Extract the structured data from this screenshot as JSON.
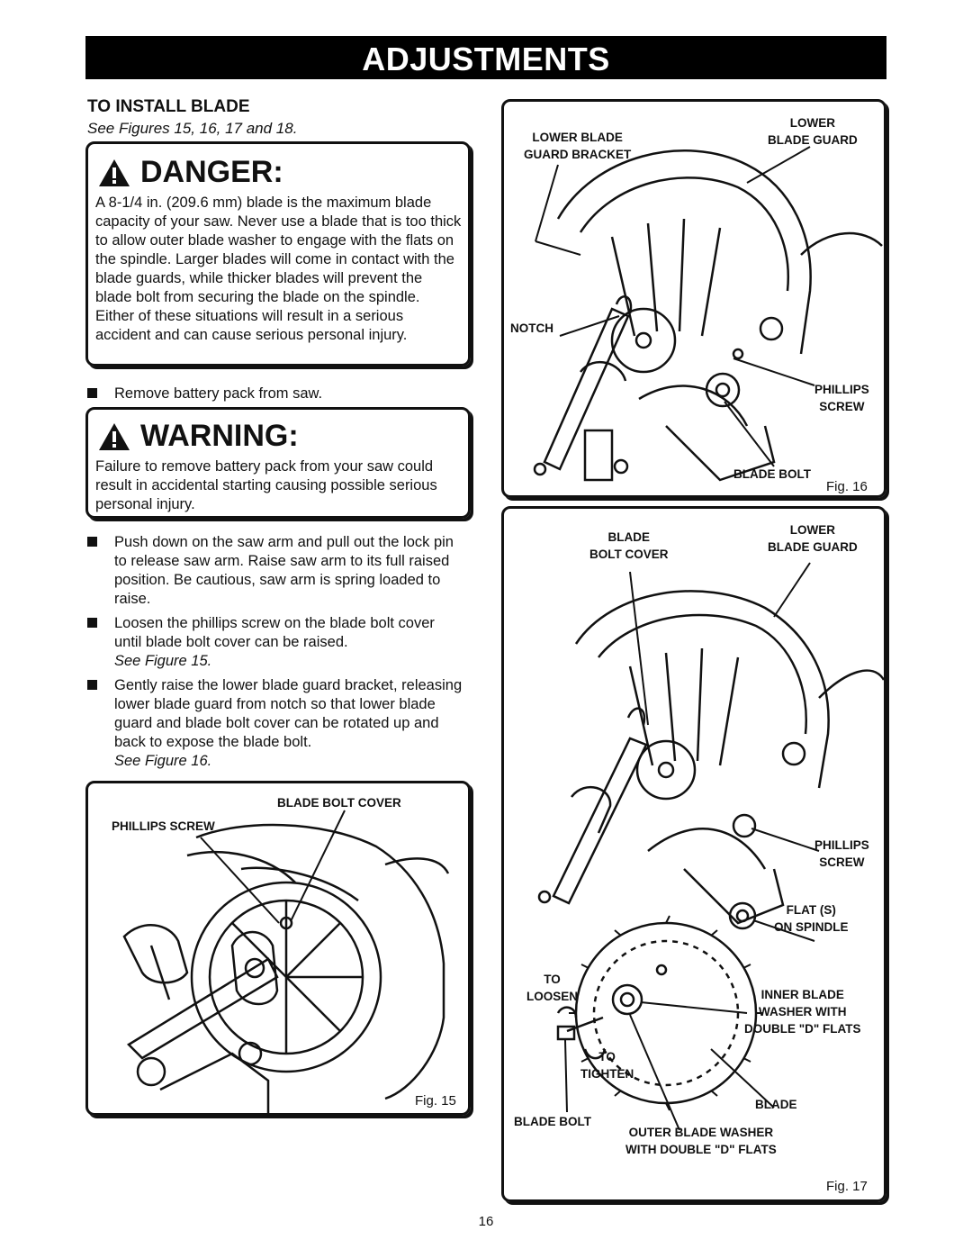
{
  "header": {
    "title": "ADJUSTMENTS"
  },
  "section": {
    "title": "TO INSTALL BLADE",
    "see_figures": "See Figures 15, 16, 17 and 18."
  },
  "danger": {
    "heading": "DANGER:",
    "text": "A 8-1/4 in. (209.6 mm) blade is the maximum blade capacity of your saw. Never use a blade that is too thick to allow outer blade washer to engage with the flats on the spindle. Larger blades will come in contact with the blade guards, while thicker blades will prevent the blade bolt from securing the blade on the spindle. Either of these situations will result in a serious accident and can cause serious personal injury."
  },
  "bullet1": "Remove battery pack from saw.",
  "warning": {
    "heading": "WARNING:",
    "text": "Failure to remove battery pack from your saw could result in accidental starting causing possible serious personal injury."
  },
  "steps": [
    {
      "text": "Push down on the saw arm and pull out the lock pin to release saw arm. Raise saw arm to its full raised position. Be cautious, saw arm is spring loaded to raise.",
      "ref": ""
    },
    {
      "text": "Loosen the phillips screw on the blade bolt cover until blade bolt cover can be raised.",
      "ref": "See Figure 15."
    },
    {
      "text": "Gently raise the lower blade guard bracket, releasing lower blade guard from notch so that lower blade guard and blade bolt cover can be rotated up and back to expose the blade bolt.",
      "ref": "See Figure 16."
    }
  ],
  "fig15": {
    "caption": "Fig. 15",
    "labels": {
      "blade_bolt_cover": "BLADE BOLT COVER",
      "phillips_screw": "PHILLIPS SCREW"
    }
  },
  "fig16": {
    "caption": "Fig. 16",
    "labels": {
      "lower_blade_guard_bracket_1": "LOWER BLADE",
      "lower_blade_guard_bracket_2": "GUARD BRACKET",
      "lower_blade_guard_1": "LOWER",
      "lower_blade_guard_2": "BLADE GUARD",
      "notch": "NOTCH",
      "phillips_1": "PHILLIPS",
      "phillips_2": "SCREW",
      "blade_bolt": "BLADE BOLT"
    }
  },
  "fig17": {
    "caption": "Fig. 17",
    "labels": {
      "blade_bolt_cover_1": "BLADE",
      "blade_bolt_cover_2": "BOLT COVER",
      "lower_blade_guard_1": "LOWER",
      "lower_blade_guard_2": "BLADE GUARD",
      "phillips_1": "PHILLIPS",
      "phillips_2": "SCREW",
      "flats_1": "FLAT (S)",
      "flats_2": "ON SPINDLE",
      "to_loosen_1": "TO",
      "to_loosen_2": "LOOSEN",
      "inner_1": "INNER BLADE",
      "inner_2": "WASHER WITH",
      "inner_3": "DOUBLE \"D\" FLATS",
      "to_tighten_1": "TO",
      "to_tighten_2": "TIGHTEN",
      "blade": "BLADE",
      "blade_bolt": "BLADE BOLT",
      "outer_1": "OUTER BLADE WASHER",
      "outer_2": "WITH DOUBLE \"D\" FLATS"
    }
  },
  "page_number": "16"
}
